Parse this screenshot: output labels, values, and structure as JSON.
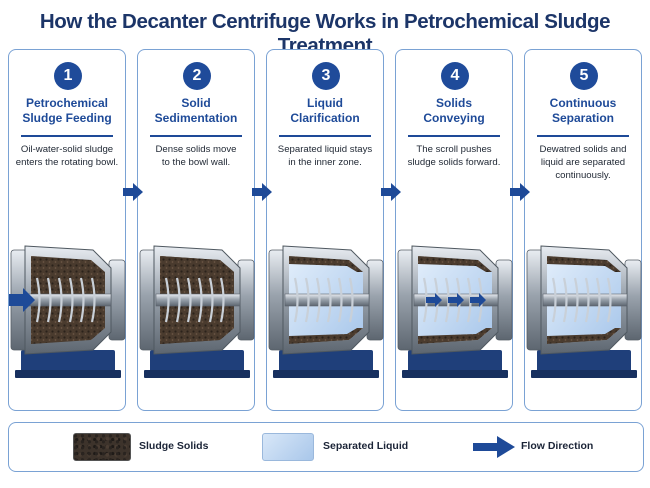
{
  "title": "How the Decanter Centrifuge Works in Petrochemical Sludge Treatment",
  "steps": [
    {
      "number": "1",
      "label_line1": "Petrochemical",
      "label_line2": "Sludge Feeding",
      "desc_line1": "Oil-water-solid sludge",
      "desc_line2": "enters the rotating bowl.",
      "desc_line3": "",
      "fill": "sludge",
      "inner_arrows": 0
    },
    {
      "number": "2",
      "label_line1": "Solid",
      "label_line2": "Sedimentation",
      "desc_line1": "Dense solids move",
      "desc_line2": "to the bowl wall.",
      "desc_line3": "",
      "fill": "sediment",
      "inner_arrows": 0
    },
    {
      "number": "3",
      "label_line1": "Liquid",
      "label_line2": "Clarification",
      "desc_line1": "Separated liquid stays",
      "desc_line2": "in the inner zone.",
      "desc_line3": "",
      "fill": "liquid",
      "inner_arrows": 0
    },
    {
      "number": "4",
      "label_line1": "Solids",
      "label_line2": "Conveying",
      "desc_line1": "The scroll pushes",
      "desc_line2": "sludge solids forward.",
      "desc_line3": "",
      "fill": "liquid",
      "inner_arrows": 3
    },
    {
      "number": "5",
      "label_line1": "Continuous",
      "label_line2": "Separation",
      "desc_line1": "Dewatred solids and",
      "desc_line2": "liquid are separated",
      "desc_line3": "continuously.",
      "fill": "liquid",
      "inner_arrows": 0
    }
  ],
  "legend": {
    "solids": "Sludge Solids",
    "liquid": "Separated Liquid",
    "flow": "Flow Direction"
  },
  "colors": {
    "accent": "#1e4a98",
    "border": "#7aa2d4",
    "sludge": "#3d332b",
    "liquid": "#b9d3ef",
    "base": "#1f3f7a"
  }
}
